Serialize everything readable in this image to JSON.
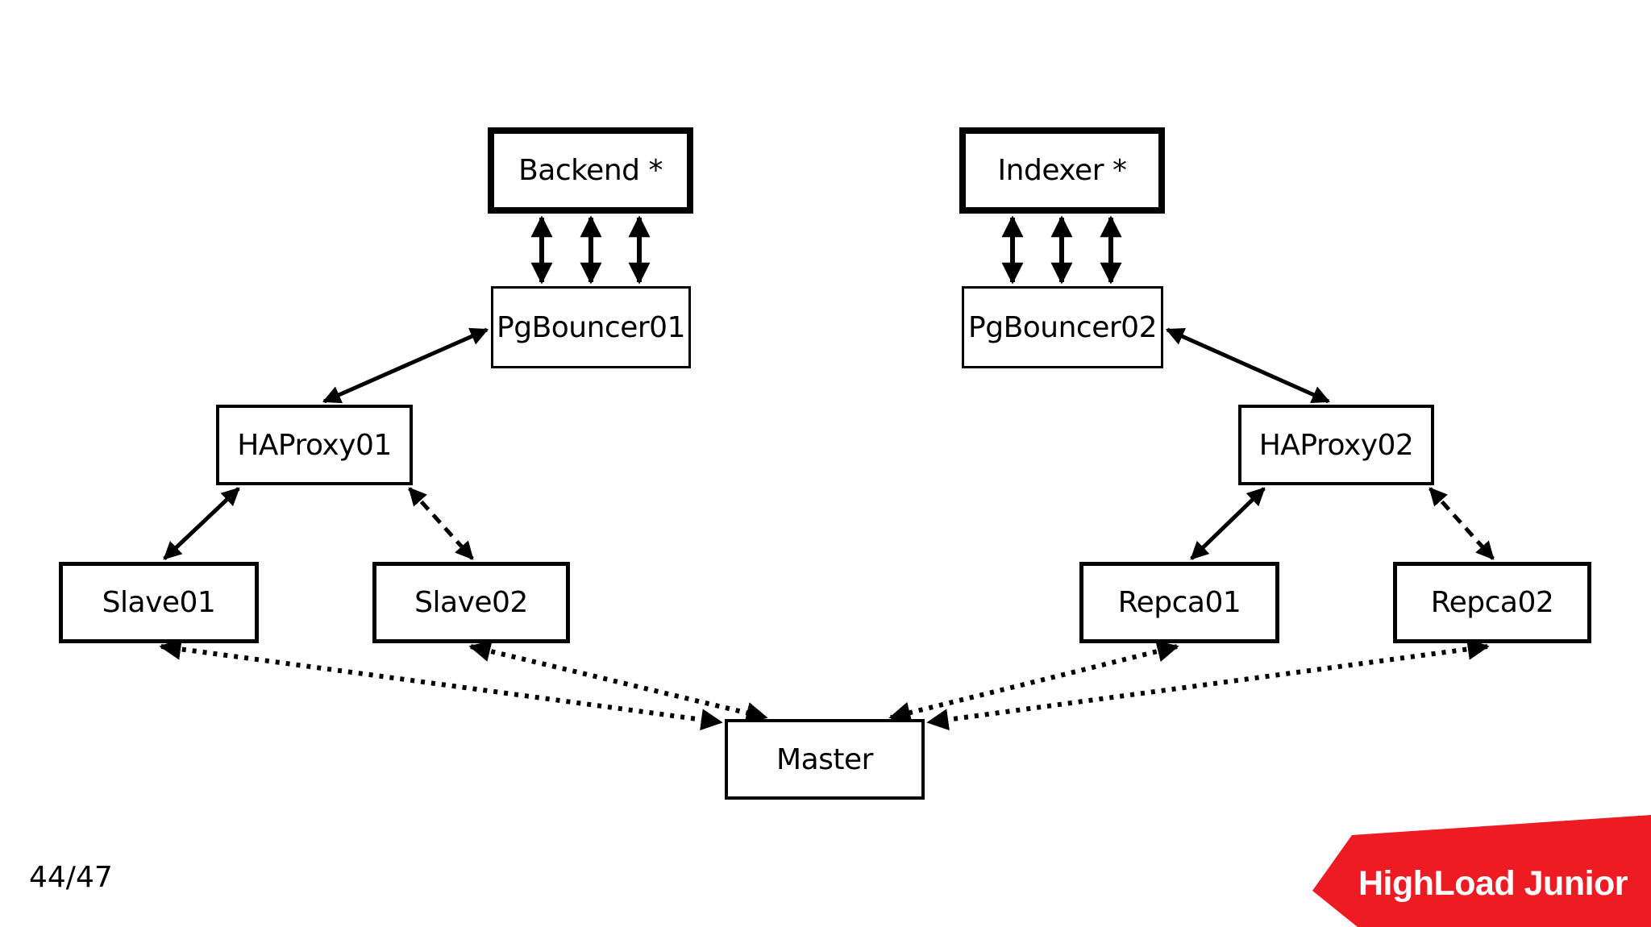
{
  "slide": {
    "background_color": "#ffffff",
    "page_number": "44/47"
  },
  "logo": {
    "text": "HighLoad Junior",
    "background_color": "#ED1C24",
    "text_color": "#ffffff"
  },
  "diagram": {
    "stroke_color": "#000000",
    "nodes": {
      "backend": {
        "label": "Backend *",
        "emphasized": true
      },
      "indexer": {
        "label": "Indexer *",
        "emphasized": true
      },
      "pgbouncer01": {
        "label": "PgBouncer01",
        "emphasized": false
      },
      "pgbouncer02": {
        "label": "PgBouncer02",
        "emphasized": false
      },
      "haproxy01": {
        "label": "HAProxy01",
        "emphasized": false
      },
      "haproxy02": {
        "label": "HAProxy02",
        "emphasized": false
      },
      "slave01": {
        "label": "Slave01",
        "emphasized": false
      },
      "slave02": {
        "label": "Slave02",
        "emphasized": false
      },
      "repca01": {
        "label": "Repca01",
        "emphasized": false
      },
      "repca02": {
        "label": "Repca02",
        "emphasized": false
      },
      "master": {
        "label": "Master",
        "emphasized": false
      }
    },
    "edges": [
      {
        "from": "backend",
        "to": "pgbouncer01",
        "style": "solid",
        "bidirectional": true,
        "parallel_lines": 3
      },
      {
        "from": "indexer",
        "to": "pgbouncer02",
        "style": "solid",
        "bidirectional": true,
        "parallel_lines": 3
      },
      {
        "from": "pgbouncer01",
        "to": "haproxy01",
        "style": "solid",
        "bidirectional": true,
        "parallel_lines": 1
      },
      {
        "from": "pgbouncer02",
        "to": "haproxy02",
        "style": "solid",
        "bidirectional": true,
        "parallel_lines": 1
      },
      {
        "from": "haproxy01",
        "to": "slave01",
        "style": "solid",
        "bidirectional": true,
        "parallel_lines": 1
      },
      {
        "from": "haproxy01",
        "to": "slave02",
        "style": "dashed",
        "bidirectional": true,
        "parallel_lines": 1
      },
      {
        "from": "haproxy02",
        "to": "repca01",
        "style": "solid",
        "bidirectional": true,
        "parallel_lines": 1
      },
      {
        "from": "haproxy02",
        "to": "repca02",
        "style": "dashed",
        "bidirectional": true,
        "parallel_lines": 1
      },
      {
        "from": "master",
        "to": "slave01",
        "style": "dotted",
        "bidirectional": true,
        "parallel_lines": 1
      },
      {
        "from": "master",
        "to": "slave02",
        "style": "dotted",
        "bidirectional": true,
        "parallel_lines": 1
      },
      {
        "from": "master",
        "to": "repca01",
        "style": "dotted",
        "bidirectional": true,
        "parallel_lines": 1
      },
      {
        "from": "master",
        "to": "repca02",
        "style": "dotted",
        "bidirectional": true,
        "parallel_lines": 1
      }
    ]
  }
}
